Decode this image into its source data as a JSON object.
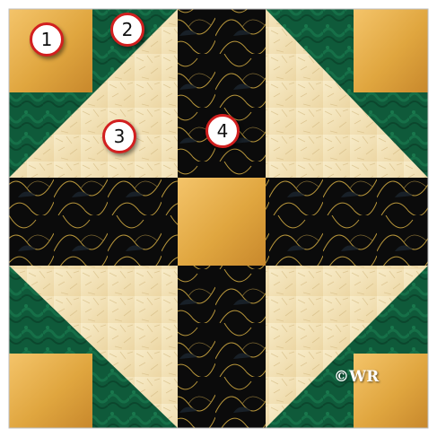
{
  "markers": {
    "m1": "1",
    "m2": "2",
    "m3": "3",
    "m4": "4"
  },
  "watermark": "©WR",
  "colors": {
    "background_green": "#0f5a3a",
    "gold_square": "#e0a63f",
    "cream_triangle": "#f3e2b8",
    "black_fabric": "#0b0b0b",
    "gold_vein": "#b8963a",
    "marker_ring": "#d21f1f"
  },
  "icons": [
    "number-badge-icon"
  ]
}
